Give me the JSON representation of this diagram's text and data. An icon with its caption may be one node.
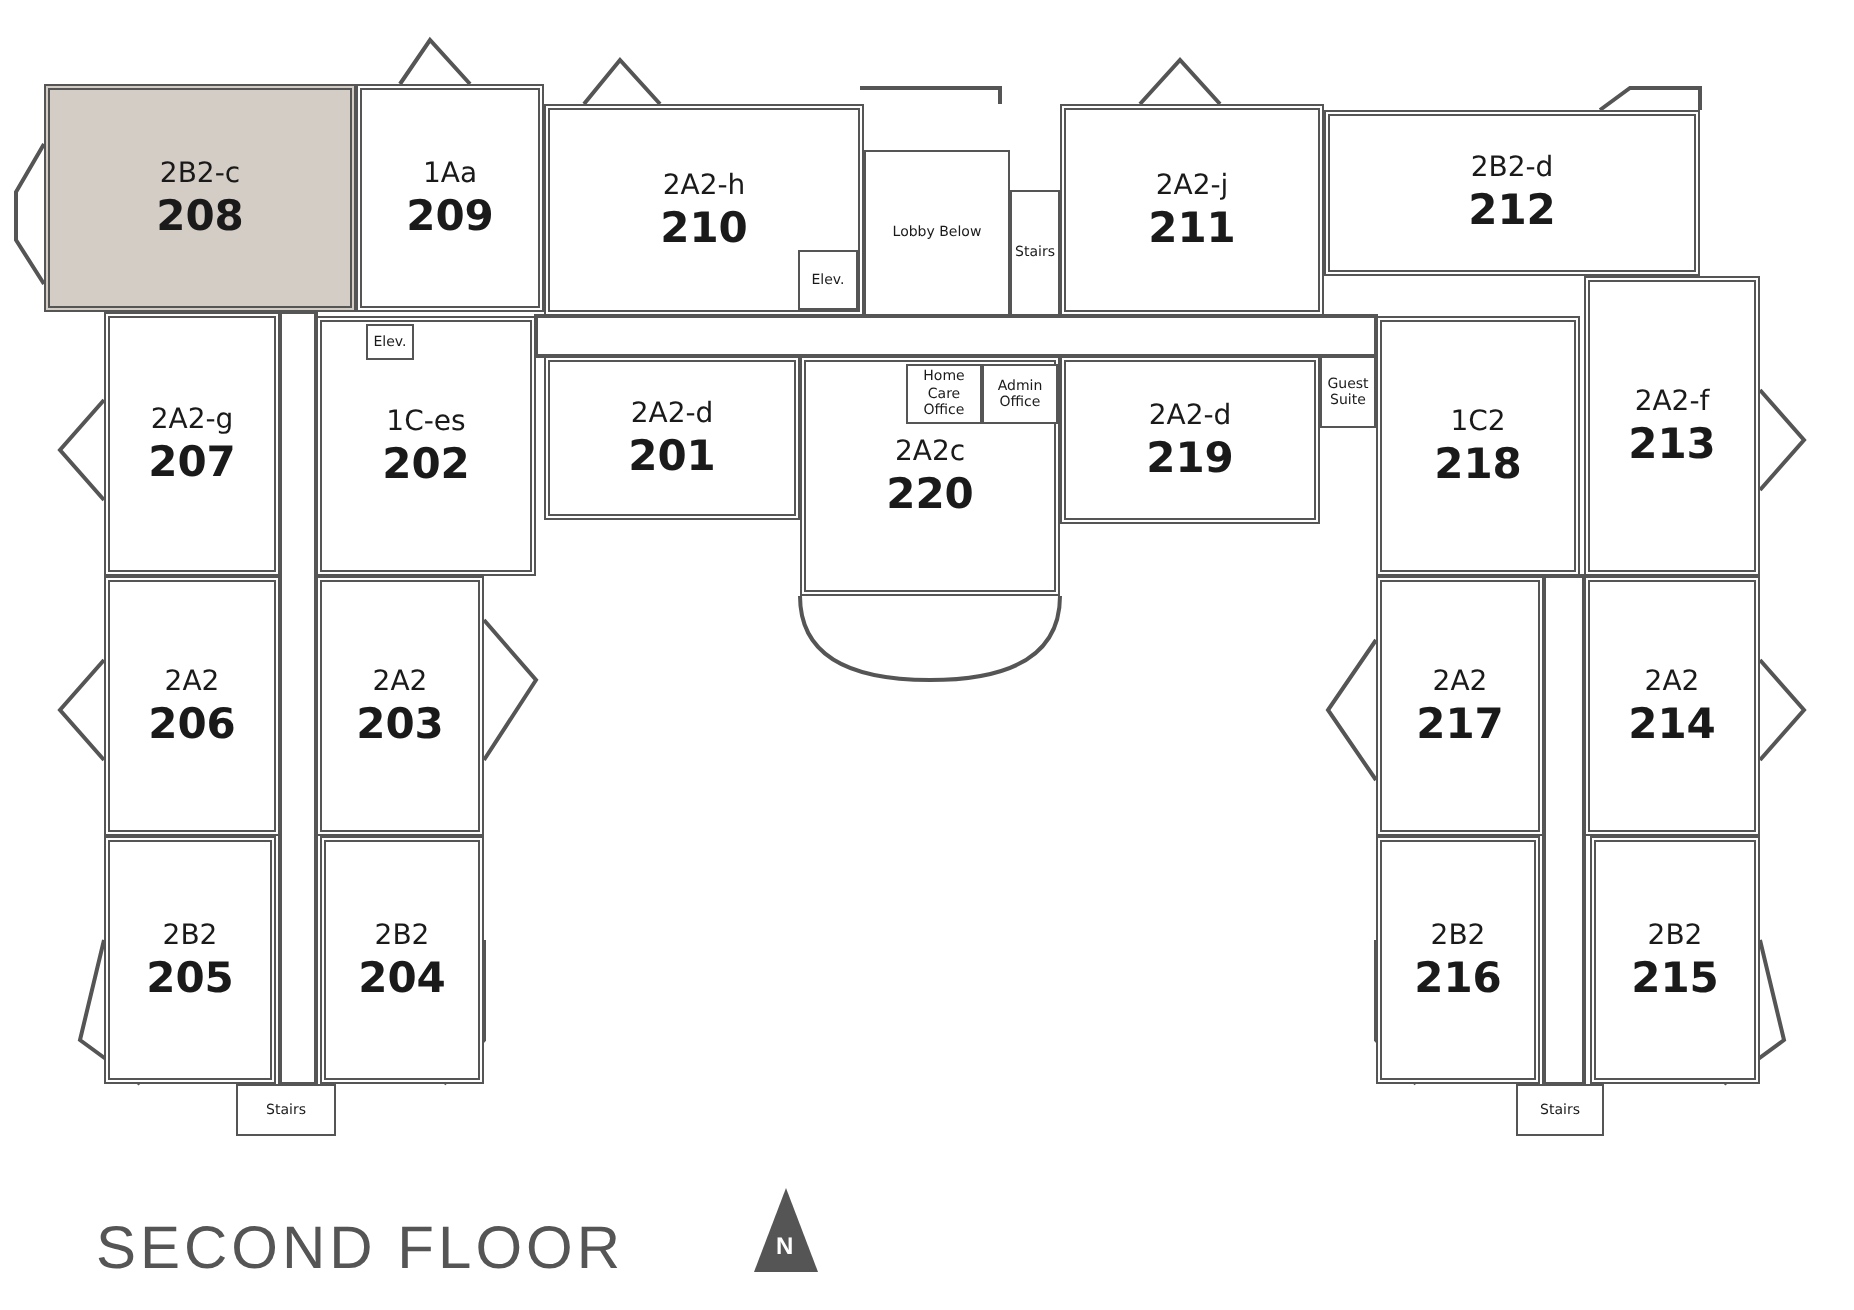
{
  "diagram": {
    "title": "SECOND FLOOR",
    "nodes": [
      {
        "text": [
          "2B2-c",
          "208"
        ]
      },
      {
        "text": [
          "1Aa",
          "209"
        ]
      },
      {
        "text": [
          "2A2-h",
          "210"
        ]
      },
      {
        "text": [
          "Elev."
        ],
        "in": 2
      },
      {
        "text": [
          "Lobby Below"
        ]
      },
      {
        "text": [
          "Stairs"
        ]
      },
      {
        "text": [
          "2A2-j",
          "211"
        ]
      },
      {
        "text": [
          "2B2-d",
          "212"
        ]
      },
      {
        "text": [
          "2A2-g",
          "207"
        ]
      },
      {
        "text": [
          "1C-es",
          "202"
        ]
      },
      {
        "text": [
          "Elev."
        ],
        "in": 9
      },
      {
        "text": [
          "2A2-d",
          "201"
        ]
      },
      {
        "text": [
          "2A2c",
          "220"
        ]
      },
      {
        "text": [
          "Home Care Office"
        ],
        "in": 12
      },
      {
        "text": [
          "Admin Office"
        ],
        "in": 12
      },
      {
        "text": [
          "2A2-d",
          "219"
        ]
      },
      {
        "text": [
          "Guest Suite"
        ]
      },
      {
        "text": [
          "1C2",
          "218"
        ]
      },
      {
        "text": [
          "2A2-f",
          "213"
        ]
      },
      {
        "text": [
          "2A2",
          "206"
        ]
      },
      {
        "text": [
          "2A2",
          "203"
        ]
      },
      {
        "text": [
          "2A2",
          "217"
        ]
      },
      {
        "text": [
          "2A2",
          "214"
        ]
      },
      {
        "text": [
          "2B2",
          "205"
        ]
      },
      {
        "text": [
          "2B2",
          "204"
        ]
      },
      {
        "text": [
          "Stairs"
        ]
      },
      {
        "text": [
          "2B2",
          "216"
        ]
      },
      {
        "text": [
          "2B2",
          "215"
        ]
      },
      {
        "text": [
          "Stairs"
        ]
      }
    ],
    "edges": [],
    "labels": [
      "N"
    ]
  }
}
